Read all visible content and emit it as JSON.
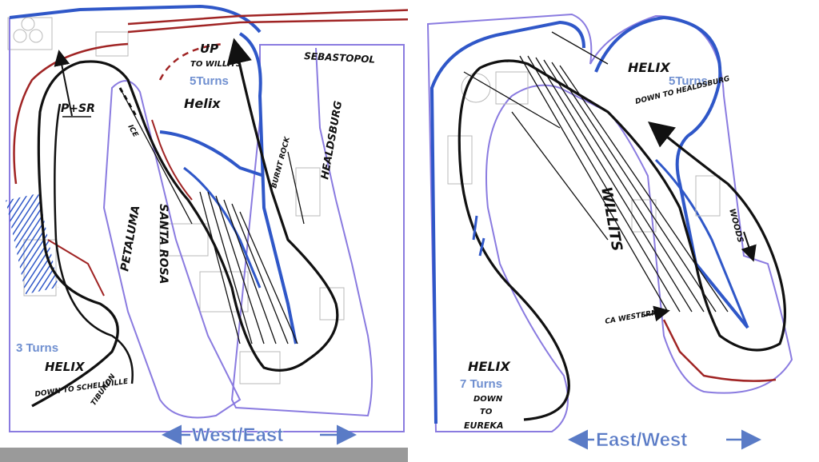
{
  "left_panel": {
    "labels": {
      "up": "UP",
      "to_willits": "TO WILLITS",
      "five_turns": "5Turns",
      "helix_top": "Helix",
      "sebastopol": "SEBASTOPOL",
      "psr": "P+SR",
      "ice": "ICE",
      "santa_rosa": "SANTA ROSA",
      "petaluma": "PETALUMA",
      "healdsburg": "HEALDSBURG",
      "burnt_rock": "BURNT ROCK",
      "three_turns": "3 Turns",
      "helix_bottom": "HELIX",
      "down_to": "DOWN TO SCHELLVILLE",
      "tiburon": "TIBURON"
    },
    "caption": "West/East"
  },
  "right_panel": {
    "labels": {
      "helix_top": "HELIX",
      "five_turns": "5Turns",
      "down_to_healdsburg": "DOWN TO HEALDSBURG",
      "willits": "WILLITS",
      "woods": "WOODS",
      "ca_western": "CA WESTERN",
      "helix_bottom": "HELIX",
      "seven_turns": "7 Turns",
      "down": "DOWN",
      "to": "TO",
      "eureka": "EUREKA"
    },
    "caption": "East/West"
  },
  "colors": {
    "main_track": "#111111",
    "blue_track": "#2f57c8",
    "red_track": "#a02424",
    "purple_outline": "#8a7be0",
    "caption_blue": "#5a7bc6"
  }
}
